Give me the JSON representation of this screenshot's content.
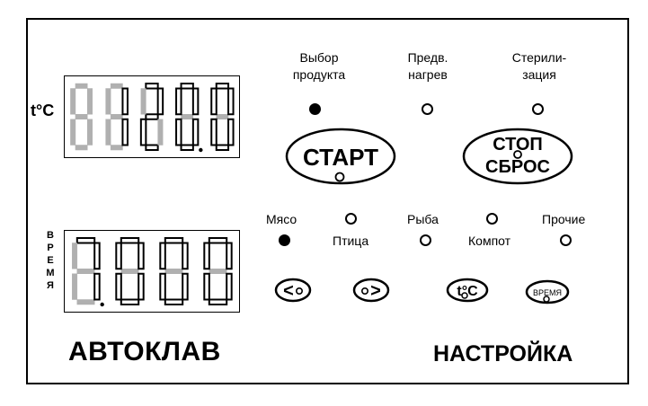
{
  "top_display": {
    "unit_label": "t°C",
    "digits": [
      "",
      "1",
      "2",
      "0",
      "0"
    ],
    "dp_after_index": 3,
    "segment_on_color": "#000000",
    "segment_off_color": "#b0b0b0"
  },
  "bottom_display": {
    "vertical_label": [
      "В",
      "Р",
      "Е",
      "М",
      "Я"
    ],
    "digits": [
      "7",
      "0",
      "0",
      "0"
    ],
    "dp_after_index": 0,
    "segment_on_color": "#000000",
    "segment_off_color": "#b0b0b0"
  },
  "mode_labels": {
    "product_select": "Выбор\nпродукта",
    "preheat": "Предв.\nнагрев",
    "sterilization": "Стерили-\nзация"
  },
  "mode_leds": {
    "product_select": "on",
    "preheat": "off",
    "sterilization": "off"
  },
  "buttons": {
    "start": "СТАРТ",
    "stop_line1": "СТОП",
    "stop_line2": "СБРОС",
    "left_arrow": "<",
    "right_arrow": ">",
    "temp": "t°C",
    "time": "ВРЕМЯ"
  },
  "products": {
    "meat": "Мясо",
    "poultry": "Птица",
    "fish": "Рыба",
    "compote": "Компот",
    "other": "Прочие"
  },
  "product_leds": {
    "meat": "on",
    "poultry": "off",
    "fish": "off",
    "compote": "off",
    "other": "off"
  },
  "footer": {
    "left_title": "АВТОКЛАВ",
    "right_title": "НАСТРОЙКА"
  }
}
